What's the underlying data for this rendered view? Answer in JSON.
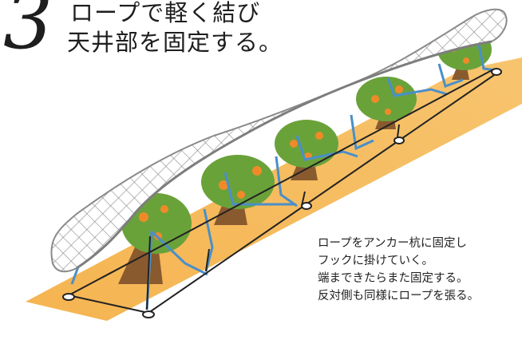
{
  "step": {
    "number": "3",
    "heading_lines": [
      "ロープで軽く結び",
      "天井部を固定する。"
    ]
  },
  "caption": {
    "lines": [
      "ロープをアンカー杭に固定し",
      "フックに掛けていく。",
      "端まできたらまた固定する。",
      "反対側も同様にロープを張る。"
    ]
  },
  "colors": {
    "ground": "#f3b04a",
    "net": "#9a9a9a",
    "trunk": "#8a5a2f",
    "foliage": "#6aa23a",
    "fruit": "#f08a28",
    "frame": "#4a8fc9",
    "rope": "#222222"
  }
}
